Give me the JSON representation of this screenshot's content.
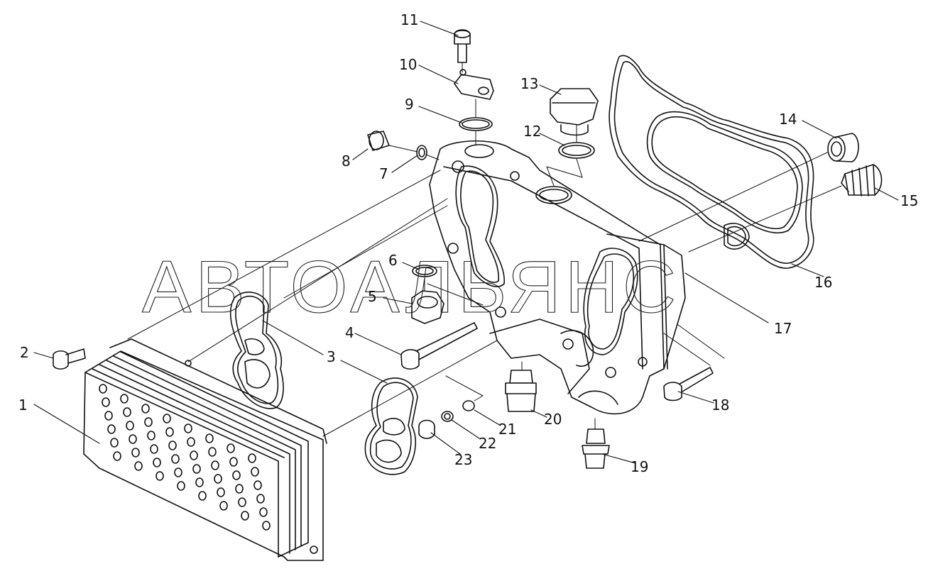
{
  "diagram": {
    "watermark": "АВТОАЛЬЯНС",
    "parts": [
      {
        "number": "1"
      },
      {
        "number": "2"
      },
      {
        "number": "3"
      },
      {
        "number": "3"
      },
      {
        "number": "4"
      },
      {
        "number": "5"
      },
      {
        "number": "6"
      },
      {
        "number": "7"
      },
      {
        "number": "8"
      },
      {
        "number": "9"
      },
      {
        "number": "10"
      },
      {
        "number": "11"
      },
      {
        "number": "12"
      },
      {
        "number": "13"
      },
      {
        "number": "14"
      },
      {
        "number": "15"
      },
      {
        "number": "16"
      },
      {
        "number": "17"
      },
      {
        "number": "18"
      },
      {
        "number": "19"
      },
      {
        "number": "20"
      },
      {
        "number": "21"
      },
      {
        "number": "22"
      },
      {
        "number": "23"
      }
    ]
  }
}
